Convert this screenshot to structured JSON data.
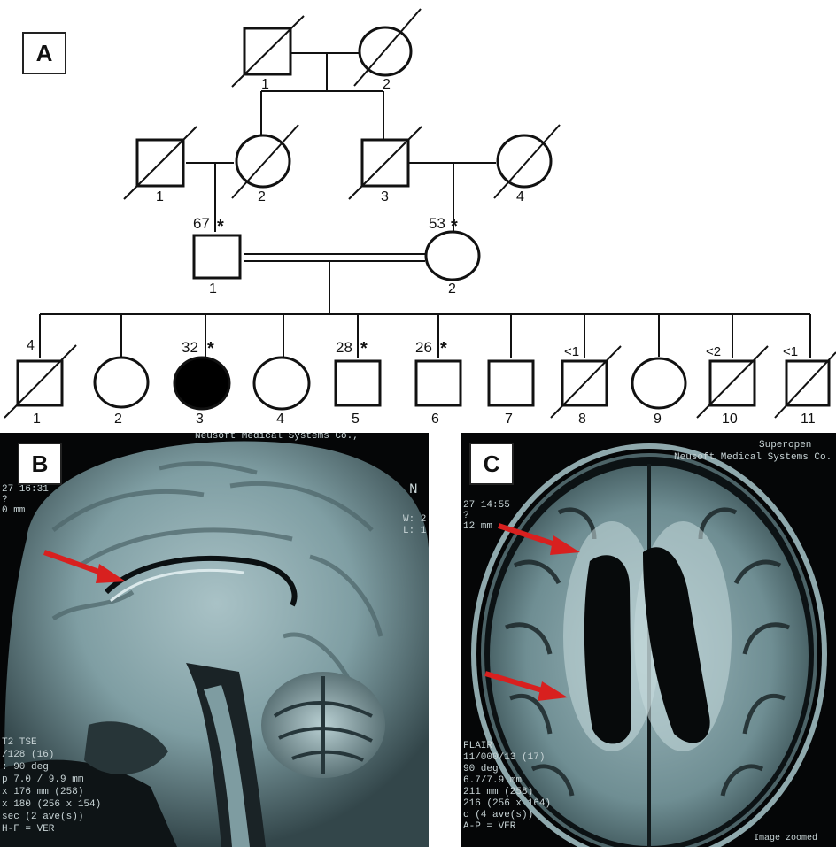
{
  "panels": {
    "a": "A",
    "b": "B",
    "c": "C"
  },
  "pedigree": {
    "generation1": [
      {
        "id": "1",
        "sex": "male",
        "deceased": true,
        "affected": false
      },
      {
        "id": "2",
        "sex": "female",
        "deceased": true,
        "affected": false
      }
    ],
    "generation2": [
      {
        "id": "1",
        "sex": "male",
        "deceased": true,
        "affected": false
      },
      {
        "id": "2",
        "sex": "female",
        "deceased": true,
        "affected": false
      },
      {
        "id": "3",
        "sex": "male",
        "deceased": true,
        "affected": false
      },
      {
        "id": "4",
        "sex": "female",
        "deceased": true,
        "affected": false
      }
    ],
    "generation3": [
      {
        "id": "1",
        "sex": "male",
        "age": "67",
        "tested": true,
        "affected": false
      },
      {
        "id": "2",
        "sex": "female",
        "age": "53",
        "tested": true,
        "affected": false
      }
    ],
    "generation4": [
      {
        "id": "1",
        "sex": "male",
        "age": "4",
        "deceased": true,
        "affected": false
      },
      {
        "id": "2",
        "sex": "female",
        "affected": false
      },
      {
        "id": "3",
        "sex": "female",
        "age": "32",
        "tested": true,
        "affected": true
      },
      {
        "id": "4",
        "sex": "female",
        "affected": false
      },
      {
        "id": "5",
        "sex": "male",
        "age": "28",
        "tested": true,
        "affected": false
      },
      {
        "id": "6",
        "sex": "male",
        "age": "26",
        "tested": true,
        "affected": false
      },
      {
        "id": "7",
        "sex": "male",
        "affected": false
      },
      {
        "id": "8",
        "sex": "male",
        "age": "<1",
        "deceased": true,
        "affected": false
      },
      {
        "id": "9",
        "sex": "female",
        "affected": false
      },
      {
        "id": "10",
        "sex": "male",
        "age": "<2",
        "deceased": true,
        "affected": false
      },
      {
        "id": "11",
        "sex": "male",
        "age": "<1",
        "deceased": true,
        "affected": false
      }
    ],
    "tested_marker": "*",
    "consanguinity": true
  },
  "mri_b": {
    "header": "Neusoft Medical Systems Co.,",
    "left_overlay": [
      "27 16:31",
      "?",
      "0 mm"
    ],
    "right_overlay": [
      "N",
      "W: 2",
      "L: 1"
    ],
    "bottom_overlay": [
      "T2 TSE",
      "/128 (16)",
      ": 90 deg",
      "p 7.0 / 9.9 mm",
      "x 176 mm (258)",
      "x 180 (256 x 154)",
      "sec (2 ave(s))",
      "H-F = VER"
    ]
  },
  "mri_c": {
    "header_right": [
      "Superopen",
      "Neusoft Medical Systems Co."
    ],
    "left_overlay": [
      "27 14:55",
      "?",
      "12 mm"
    ],
    "bottom_overlay": [
      "FLAIR",
      "11/000/13 (17)",
      "90 deg",
      "6.7/7.9 mm",
      "211 mm (258)",
      "216 (256 x 164)",
      "c (4 ave(s))",
      "A-P = VER"
    ],
    "footer": "Image zoomed"
  }
}
